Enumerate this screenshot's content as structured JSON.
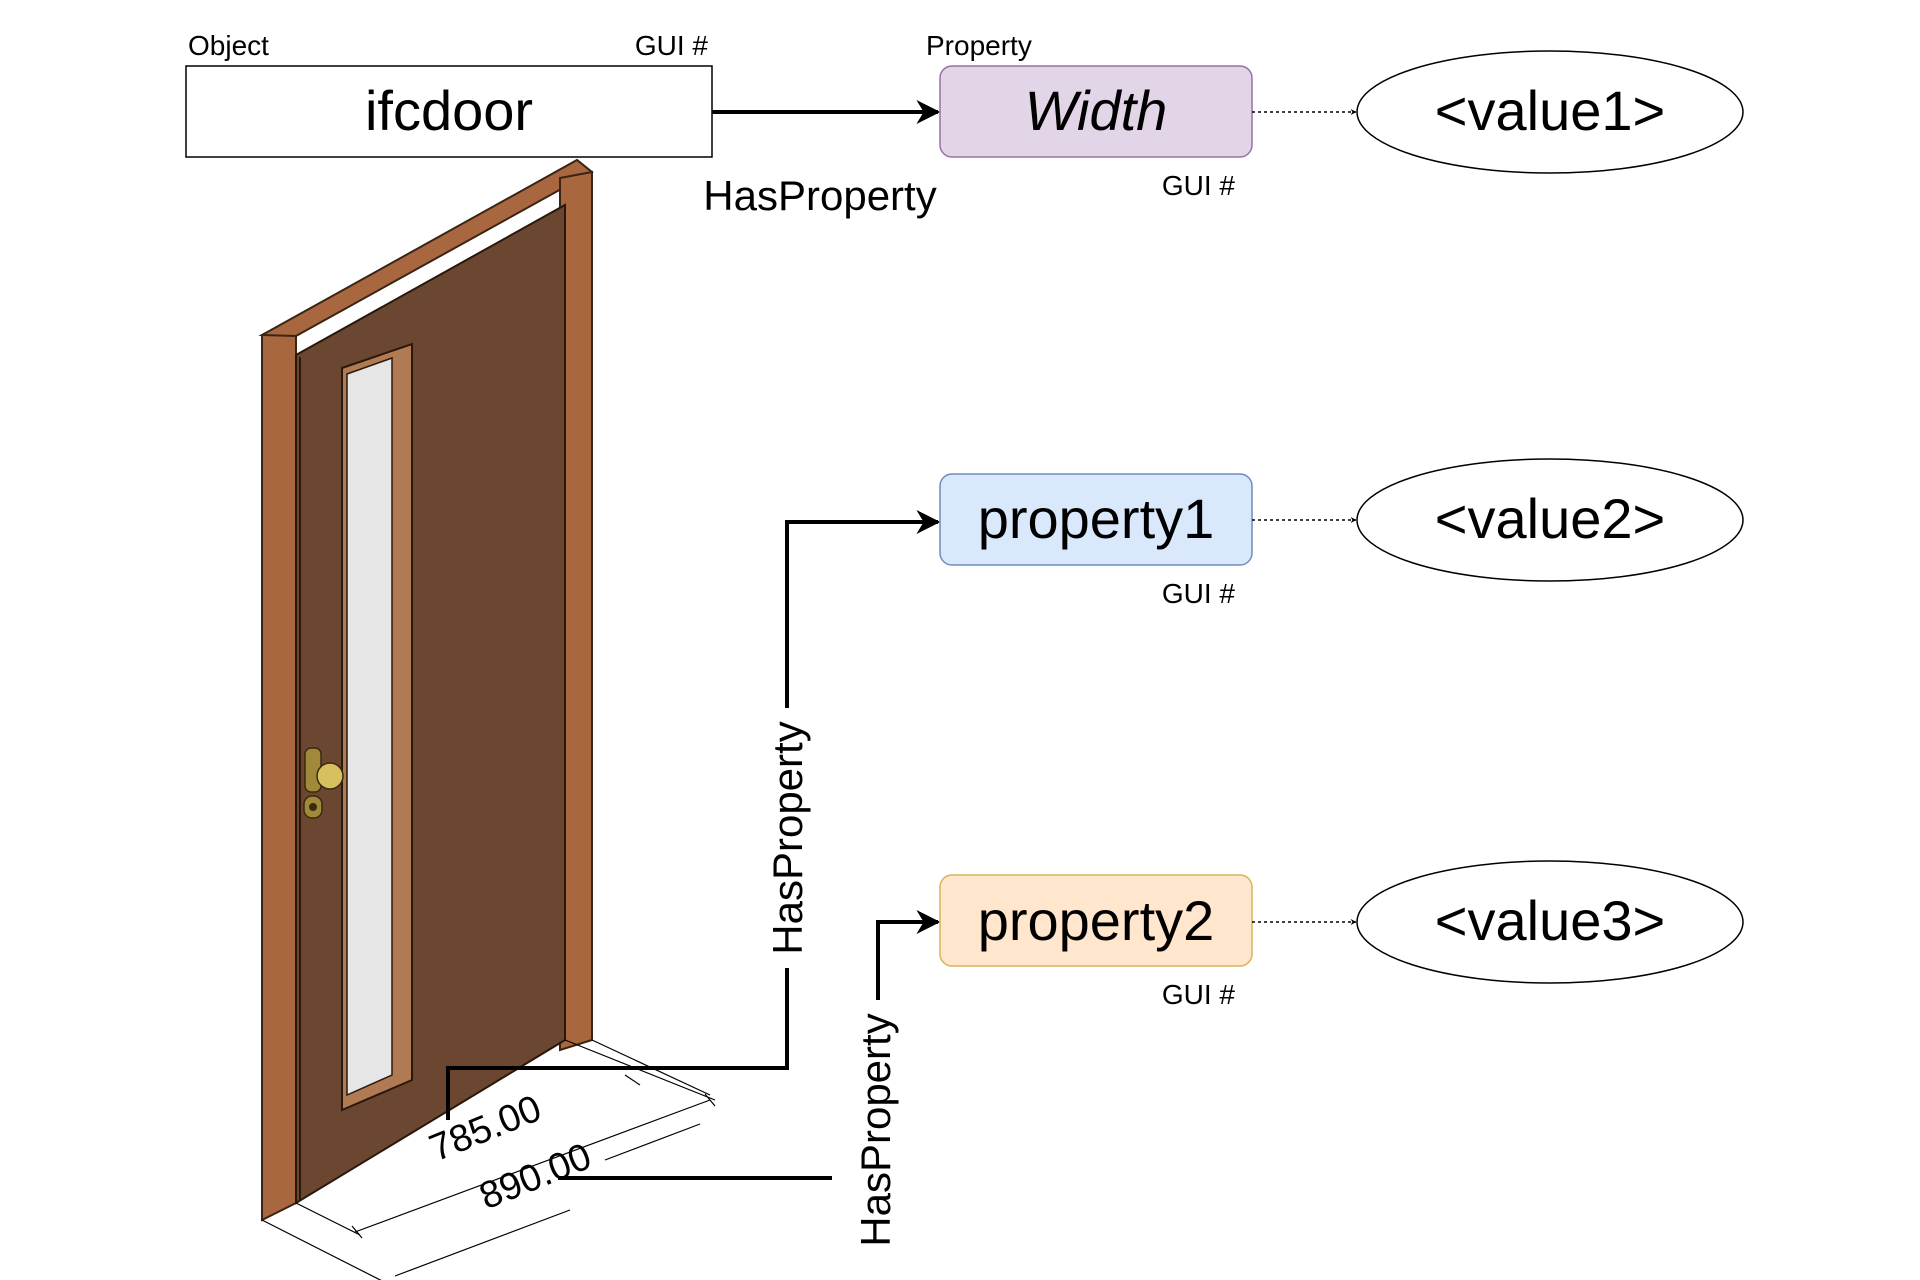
{
  "object": {
    "caption": "Object",
    "gui_label": "GUI #",
    "name": "ifcdoor"
  },
  "property_caption": "Property",
  "properties": [
    {
      "label": "Width",
      "gui_label": "GUI #",
      "value": "<value1>",
      "relation": "HasProperty",
      "fill": "#e1d5e7",
      "stroke": "#9673a6"
    },
    {
      "label": "property1",
      "gui_label": "GUI #",
      "value": "<value2>",
      "relation": "HasProperty",
      "fill": "#dae8fc",
      "stroke": "#6c8ebf"
    },
    {
      "label": "property2",
      "gui_label": "GUI #",
      "value": "<value3>",
      "relation": "HasProperty",
      "fill": "#ffe6cc",
      "stroke": "#d6b656"
    }
  ],
  "door": {
    "dimension_1": "785.00",
    "dimension_2": "890.00",
    "leaf_color": "#6b4630",
    "frame_color": "#a9673f",
    "glass_color": "#e6e6e6",
    "handle_color": "#d8c060"
  }
}
